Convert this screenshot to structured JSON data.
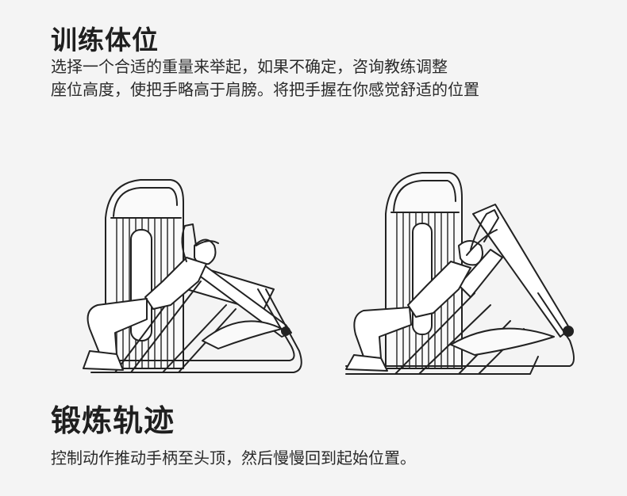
{
  "section1": {
    "title": "训练体位",
    "lines": [
      "选择一个合适的重量来举起，如果不确定，咨询教练调整",
      "座位高度，使把手略高于肩膀。将把手握在你感觉舒适的位置"
    ]
  },
  "section2": {
    "title": "锻炼轨迹",
    "lines": [
      "控制动作推动手柄至头顶，然后慢慢回到起始位置。"
    ]
  }
}
